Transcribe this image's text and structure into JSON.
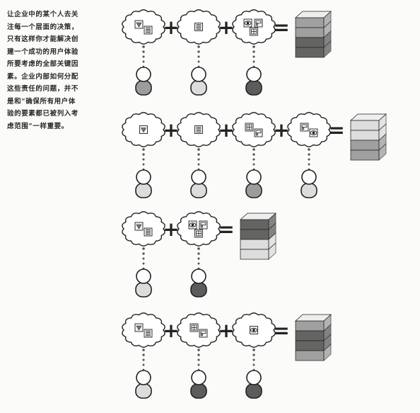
{
  "caption": {
    "lines": [
      "让企业中的某个人去关",
      "注每一个层面的决策，",
      "只有这样你才能解决创",
      "建一个成功的用户体验",
      "所要考虑的全部关键因",
      "素。企业内部如何分配",
      "这些责任的问题，并不",
      "是和“确保所有用户体",
      "验的要素都已被列入考",
      "虑范围”一样重要。"
    ]
  },
  "diagram": {
    "plus_symbol": "+",
    "equals_symbol": "=",
    "colors": {
      "person_light": "#dcdcdc",
      "person_mid": "#9c9c9c",
      "person_dark": "#5c5c5c",
      "ink": "#222222"
    },
    "rows": [
      {
        "people": [
          {
            "shade": "mid",
            "icons": [
              "strategy-icon",
              "scope-icon"
            ]
          },
          {
            "shade": "light",
            "icons": [
              "structure-icon"
            ]
          },
          {
            "shade": "dark",
            "icons": [
              "eye-icon",
              "skeleton-icon",
              "layout-icon"
            ]
          }
        ],
        "result_shades": [
          "mid",
          "mid",
          "dark",
          "dark"
        ]
      },
      {
        "people": [
          {
            "shade": "light",
            "icons": [
              "strategy-icon"
            ]
          },
          {
            "shade": "light",
            "icons": [
              "structure-icon"
            ]
          },
          {
            "shade": "mid",
            "icons": [
              "layout-icon",
              "skeleton-icon"
            ]
          },
          {
            "shade": "light",
            "icons": [
              "skeleton-icon",
              "eye-icon"
            ]
          }
        ],
        "result_shades": [
          "light",
          "light",
          "mid",
          "mid"
        ]
      },
      {
        "people": [
          {
            "shade": "light",
            "icons": [
              "strategy-icon",
              "scope-icon"
            ]
          },
          {
            "shade": "dark",
            "icons": [
              "eye-icon",
              "skeleton-icon",
              "layout-icon"
            ]
          }
        ],
        "result_shades": [
          "dark",
          "dark",
          "light",
          "light"
        ]
      },
      {
        "people": [
          {
            "shade": "light",
            "icons": [
              "strategy-icon",
              "scope-icon"
            ]
          },
          {
            "shade": "dark",
            "icons": [
              "layout-icon",
              "skeleton-icon"
            ]
          },
          {
            "shade": "dark",
            "icons": [
              "eye-icon"
            ]
          }
        ],
        "result_shades": [
          "mid",
          "dark",
          "dark",
          "mid"
        ]
      }
    ]
  }
}
